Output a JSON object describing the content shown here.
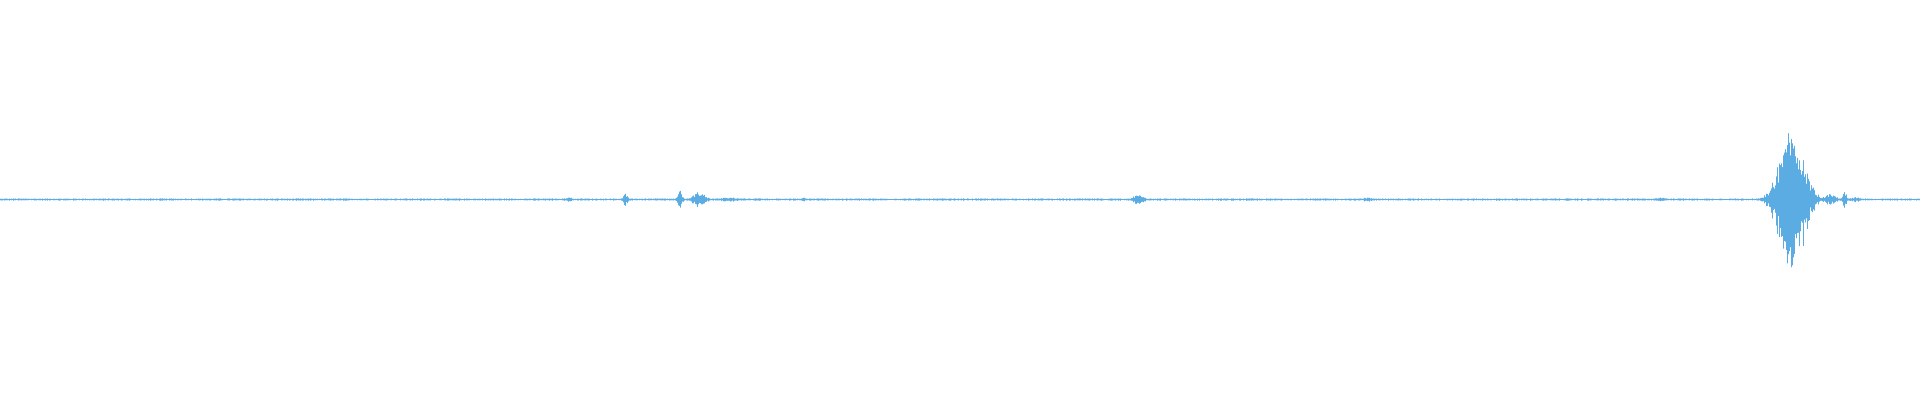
{
  "waveform": {
    "color": "#5aace2",
    "background": "#ffffff",
    "samples_per_second_note": "",
    "bursts": [
      {
        "t": 0.2315,
        "amp": 0.006,
        "w": 0.0008
      },
      {
        "t": 0.296,
        "amp": 0.012,
        "w": 0.003
      },
      {
        "t": 0.3255,
        "amp": 0.03,
        "w": 0.0015
      },
      {
        "t": 0.354,
        "amp": 0.045,
        "w": 0.0015
      },
      {
        "t": 0.364,
        "amp": 0.04,
        "w": 0.004
      },
      {
        "t": 0.38,
        "amp": 0.01,
        "w": 0.008
      },
      {
        "t": 0.395,
        "amp": 0.006,
        "w": 0.003
      },
      {
        "t": 0.4185,
        "amp": 0.012,
        "w": 0.0012
      },
      {
        "t": 0.5925,
        "amp": 0.022,
        "w": 0.004
      },
      {
        "t": 0.712,
        "amp": 0.01,
        "w": 0.004
      },
      {
        "t": 0.816,
        "amp": 0.006,
        "w": 0.004
      },
      {
        "t": 0.865,
        "amp": 0.01,
        "w": 0.004
      },
      {
        "t": 0.933,
        "amp": 0.36,
        "w": 0.0085
      },
      {
        "t": 0.953,
        "amp": 0.028,
        "w": 0.004
      },
      {
        "t": 0.9605,
        "amp": 0.04,
        "w": 0.0015
      },
      {
        "t": 0.966,
        "amp": 0.012,
        "w": 0.004
      }
    ],
    "noise_floor": 0.0045
  }
}
